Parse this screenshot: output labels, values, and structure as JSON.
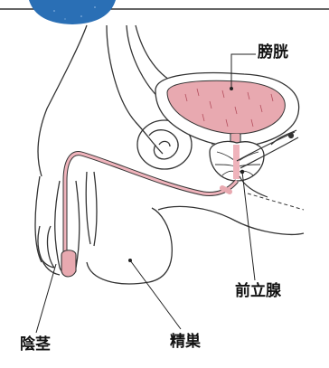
{
  "labels": {
    "bladder": "膀胱",
    "prostate": "前立腺",
    "penis": "陰茎",
    "testis": "精巣"
  },
  "colors": {
    "outline": "#333333",
    "tissue_pink": "#e8a9b0",
    "duct_pink": "#efb3bb",
    "badge_blue": "#2a6fb5",
    "leader": "#222222"
  }
}
